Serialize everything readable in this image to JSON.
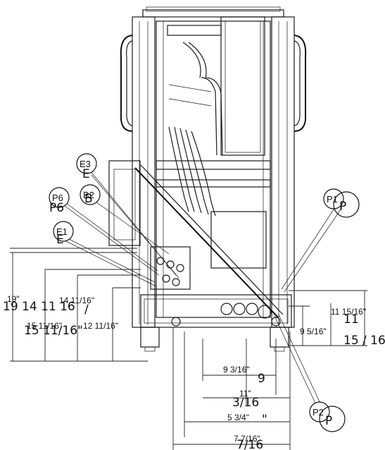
{
  "callouts": [
    {
      "id": "E3",
      "label": "E3",
      "ghost": "E"
    },
    {
      "id": "P6",
      "label": "P6",
      "ghost": "P6"
    },
    {
      "id": "B2",
      "label": "B2",
      "ghost": "B"
    },
    {
      "id": "E1",
      "label": "E1",
      "ghost": "E"
    },
    {
      "id": "P1",
      "label": "P1",
      "ghost": "P"
    },
    {
      "id": "P2",
      "label": "P2",
      "ghost": "P"
    }
  ],
  "dimensions": {
    "d19": "19\"",
    "d14": "14 11/16\"",
    "d15": "15 11/16\"",
    "d12": "12 11/16\"",
    "d11r": "11 15/16\"",
    "d9r": "9 5/16\"",
    "d9b": "9 3/16\"",
    "d11b": "11\"",
    "d5": "5 3/4\"",
    "d7": "7 7/16\""
  },
  "ghost_dimensions": {
    "g1": "19 14   11   16",
    "g1b": "/",
    "g2": "15 11/16\"",
    "g3": "11",
    "g4": "15 / 16",
    "g5": "9",
    "g6": "3/16",
    "g7": "\"",
    "g8": "7/16"
  }
}
